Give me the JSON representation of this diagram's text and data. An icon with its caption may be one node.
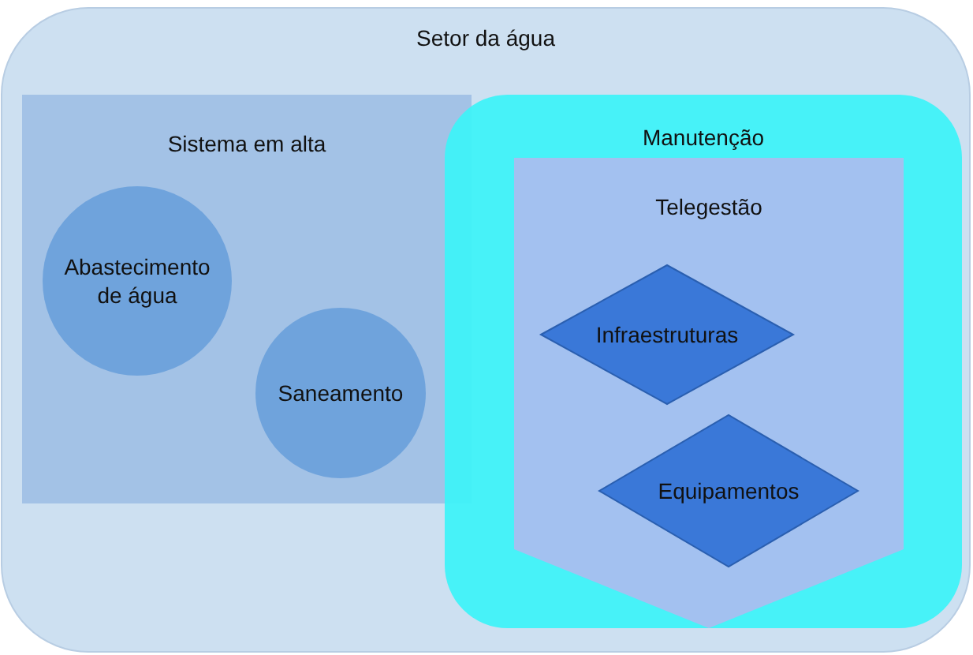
{
  "diagram": {
    "nodes": [
      {
        "text": [
          "Setor da água"
        ]
      },
      {
        "text": [
          "Sistema em alta"
        ],
        "in": 0
      },
      {
        "text": [
          "Abastecimento de água"
        ],
        "in": 1
      },
      {
        "text": [
          "Saneamento"
        ],
        "in": 1
      },
      {
        "text": [
          "Manutenção"
        ],
        "in": 0
      },
      {
        "text": [
          "Telegestão"
        ],
        "in": 4
      },
      {
        "text": [
          "Infraestruturas"
        ],
        "in": 5
      },
      {
        "text": [
          "Equipamentos"
        ],
        "in": 5
      }
    ]
  }
}
